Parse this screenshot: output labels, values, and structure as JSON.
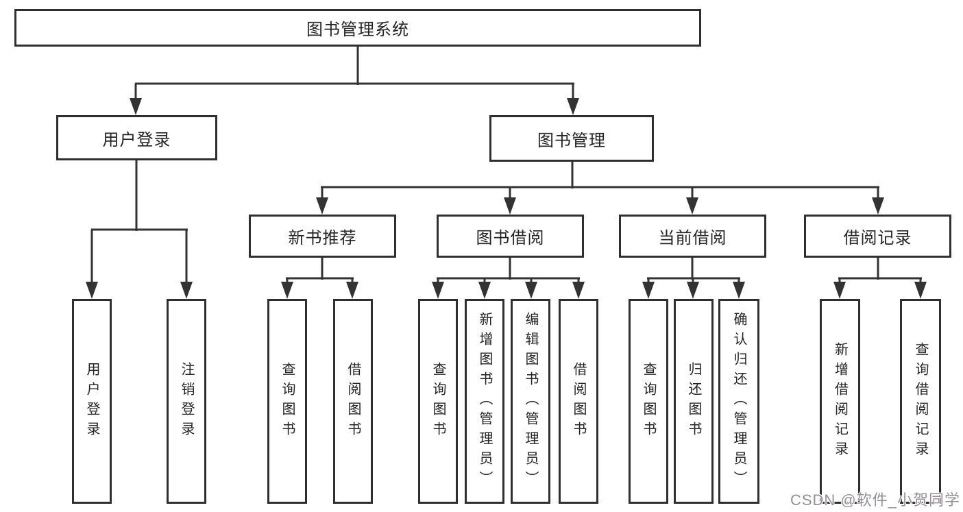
{
  "tree": {
    "root": {
      "label": "图书管理系统"
    },
    "branches": [
      {
        "label": "用户登录",
        "children": [
          {
            "label": "用户登录"
          },
          {
            "label": "注销登录"
          }
        ]
      },
      {
        "label": "图书管理",
        "groups": [
          {
            "label": "新书推荐",
            "children": [
              {
                "label": "查询图书"
              },
              {
                "label": "借阅图书"
              }
            ]
          },
          {
            "label": "图书借阅",
            "children": [
              {
                "label": "查询图书"
              },
              {
                "label": "新增图书（管理员）"
              },
              {
                "label": "编辑图书（管理员）"
              },
              {
                "label": "借阅图书"
              }
            ]
          },
          {
            "label": "当前借阅",
            "children": [
              {
                "label": "查询图书"
              },
              {
                "label": "归还图书"
              },
              {
                "label": "确认归还（管理员）"
              }
            ]
          },
          {
            "label": "借阅记录",
            "children": [
              {
                "label": "新增借阅记录"
              },
              {
                "label": "查询借阅记录"
              }
            ]
          }
        ]
      }
    ]
  },
  "colors": {
    "line": "#333333",
    "box_border": "#2f2f2f",
    "watermark": "#969096"
  },
  "watermark": {
    "text": "CSDN @软件_小贺同学"
  }
}
